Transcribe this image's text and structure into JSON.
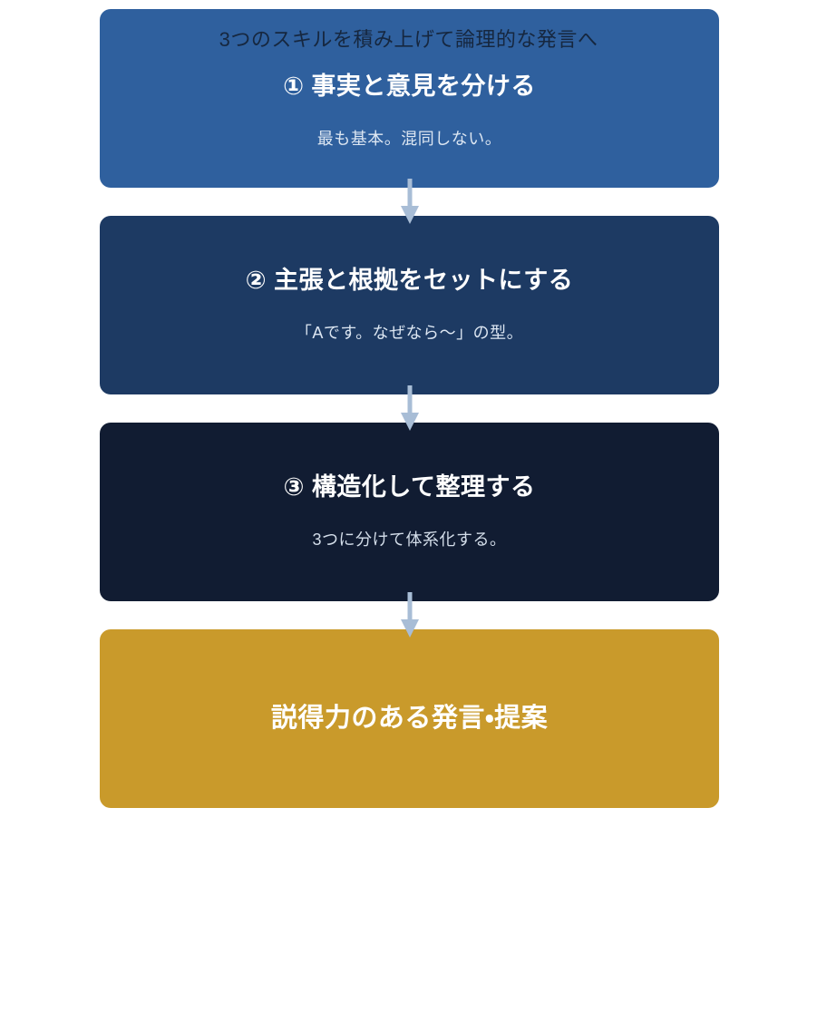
{
  "heading": {
    "text": "3つのスキルを積み上げて論理的な発言へ",
    "color": "#16273f"
  },
  "colors": {
    "background": "#ffffff",
    "step1": "#2f609e",
    "step2": "#1d3a63",
    "step3": "#111c32",
    "goal": "#c99a2b",
    "arrow": "#a8bdd6",
    "title_text": "#ffffff",
    "sub_text": "#dce6f2"
  },
  "flow": {
    "steps": [
      {
        "marker": "①",
        "title": "① 事実と意見を分ける",
        "subtitle": "最も基本。混同しない。",
        "color": "#2f609e"
      },
      {
        "marker": "②",
        "title": "② 主張と根拠をセットにする",
        "subtitle": "「Aです。なぜなら〜」の型。",
        "color": "#1d3a63"
      },
      {
        "marker": "③",
        "title": "③ 構造化して整理する",
        "subtitle": "3つに分けて体系化する。",
        "color": "#111c32"
      }
    ],
    "goal": {
      "title": "説得力のある発言・提案",
      "color": "#c99a2b"
    },
    "connectors": [
      {
        "icon": "arrow-down-icon"
      },
      {
        "icon": "arrow-down-icon"
      },
      {
        "icon": "arrow-down-icon"
      }
    ]
  }
}
